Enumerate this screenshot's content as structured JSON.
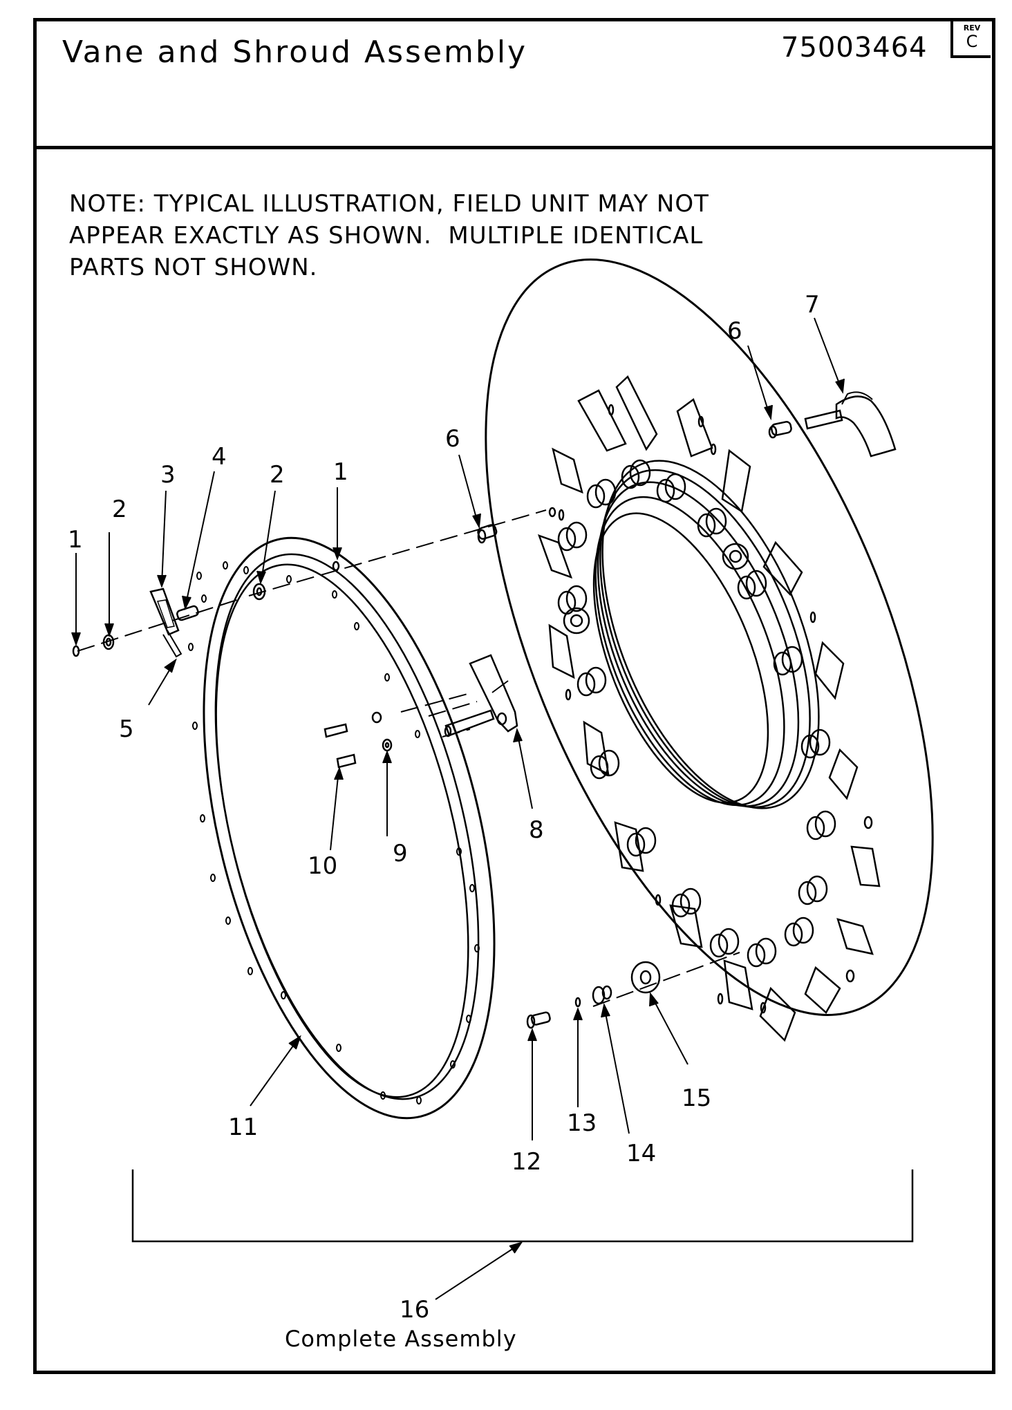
{
  "header": {
    "title": "Vane and Shroud Assembly",
    "doc_number": "75003464",
    "rev_label": "REV",
    "rev_value": "C"
  },
  "note": {
    "line1": "NOTE: TYPICAL ILLUSTRATION, FIELD UNIT MAY NOT",
    "line2": "APPEAR EXACTLY AS SHOWN.  MULTIPLE IDENTICAL",
    "line3": "PARTS NOT SHOWN."
  },
  "callouts": {
    "c1_left": "1",
    "c2_left": "2",
    "c3": "3",
    "c4": "4",
    "c2_mid": "2",
    "c1_mid": "1",
    "c5": "5",
    "c6_mid": "6",
    "c6_right": "6",
    "c7": "7",
    "c8": "8",
    "c9": "9",
    "c10": "10",
    "c11": "11",
    "c12": "12",
    "c13": "13",
    "c14": "14",
    "c15": "15",
    "c16": "16",
    "c16_caption": "Complete Assembly"
  }
}
